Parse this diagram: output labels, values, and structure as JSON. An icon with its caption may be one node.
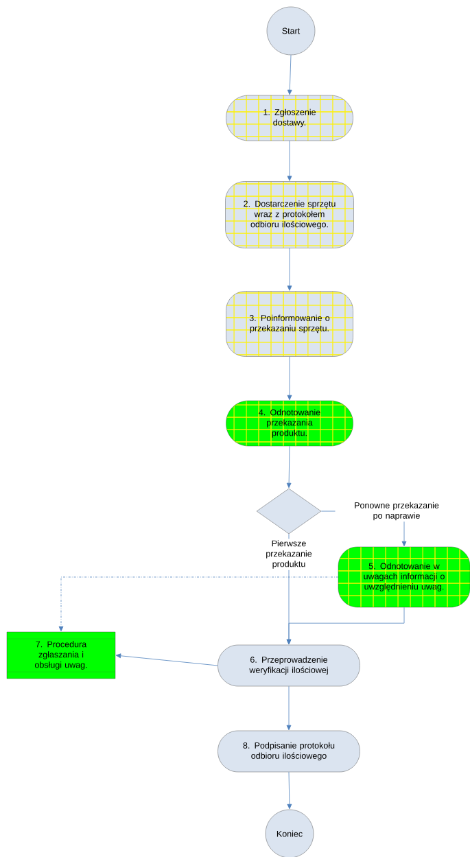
{
  "diagram": {
    "nodes": [
      {
        "text": [
          "Start"
        ]
      },
      {
        "text": [
          "1. Zgłoszenie dostawy."
        ]
      },
      {
        "text": [
          "2. Dostarczenie sprzętu wraz z protokołem odbioru ilościowego."
        ]
      },
      {
        "text": [
          "3. Poinformowanie o przekazaniu sprzętu."
        ]
      },
      {
        "text": [
          "4. Odnotowanie przekazania produktu."
        ]
      },
      {
        "text": [],
        "shape": "diamond"
      },
      {
        "text": [
          "5. Odnotowanie w uwagach informacji o uwzględnieniu uwag."
        ]
      },
      {
        "text": [
          "6. Przeprowadzenie weryfikacji ilościowej"
        ]
      },
      {
        "text": [
          "7. Procedura zgłaszania i obsługi uwag."
        ]
      },
      {
        "text": [
          "8. Podpisanie protokołu odbioru ilościowego"
        ]
      },
      {
        "text": [
          "Koniec"
        ]
      }
    ],
    "edges": [
      {
        "from": 0,
        "to": 1,
        "arrow": "to"
      },
      {
        "from": 1,
        "to": 2,
        "arrow": "to"
      },
      {
        "from": 2,
        "to": 3,
        "arrow": "to"
      },
      {
        "from": 3,
        "to": 4,
        "arrow": "to"
      },
      {
        "from": 4,
        "to": 5,
        "arrow": "to"
      },
      {
        "from": 5,
        "to": 7,
        "arrow": "to",
        "label": "Pierwsze przekazanie produktu"
      },
      {
        "from": 5,
        "to": 6,
        "arrow": "to",
        "label": "Ponowne przekazanie po naprawie"
      },
      {
        "from": 6,
        "to": 7,
        "arrow": "to"
      },
      {
        "from": 6,
        "to": 8,
        "arrow": "to",
        "style": "dashed"
      },
      {
        "from": 7,
        "to": 8,
        "arrow": "to"
      },
      {
        "from": 7,
        "to": 9,
        "arrow": "to"
      },
      {
        "from": 9,
        "to": 10,
        "arrow": "to"
      }
    ]
  }
}
